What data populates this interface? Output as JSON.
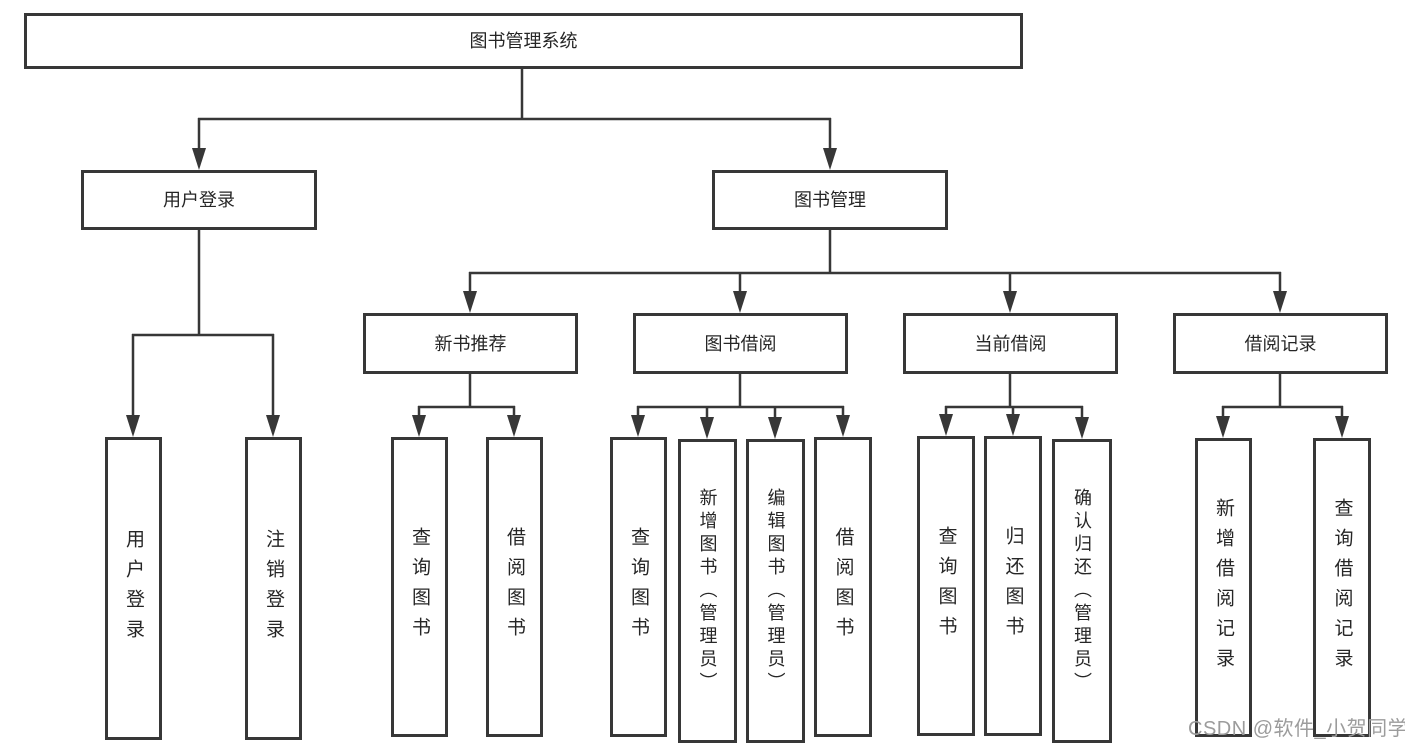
{
  "diagram": {
    "title": "图书管理系统",
    "branches": {
      "user_login": {
        "label": "用户登录",
        "children": [
          "用户登录",
          "注销登录"
        ]
      },
      "book_management": {
        "label": "图书管理",
        "sections": {
          "new_book_recommend": {
            "label": "新书推荐",
            "children": [
              "查询图书",
              "借阅图书"
            ]
          },
          "book_borrow": {
            "label": "图书借阅",
            "children": [
              "查询图书",
              "新增图书（管理员）",
              "编辑图书（管理员）",
              "借阅图书"
            ]
          },
          "current_borrow": {
            "label": "当前借阅",
            "children": [
              "查询图书",
              "归还图书",
              "确认归还（管理员）"
            ]
          },
          "borrow_records": {
            "label": "借阅记录",
            "children": [
              "新增借阅记录",
              "查询借阅记录"
            ]
          }
        }
      }
    }
  },
  "watermark": "CSDN @软件_小贺同学",
  "colors": {
    "line": "#373737",
    "box_border": "#373737",
    "text": "#262626",
    "watermark": "#9c9c9c",
    "background": "#ffffff"
  }
}
